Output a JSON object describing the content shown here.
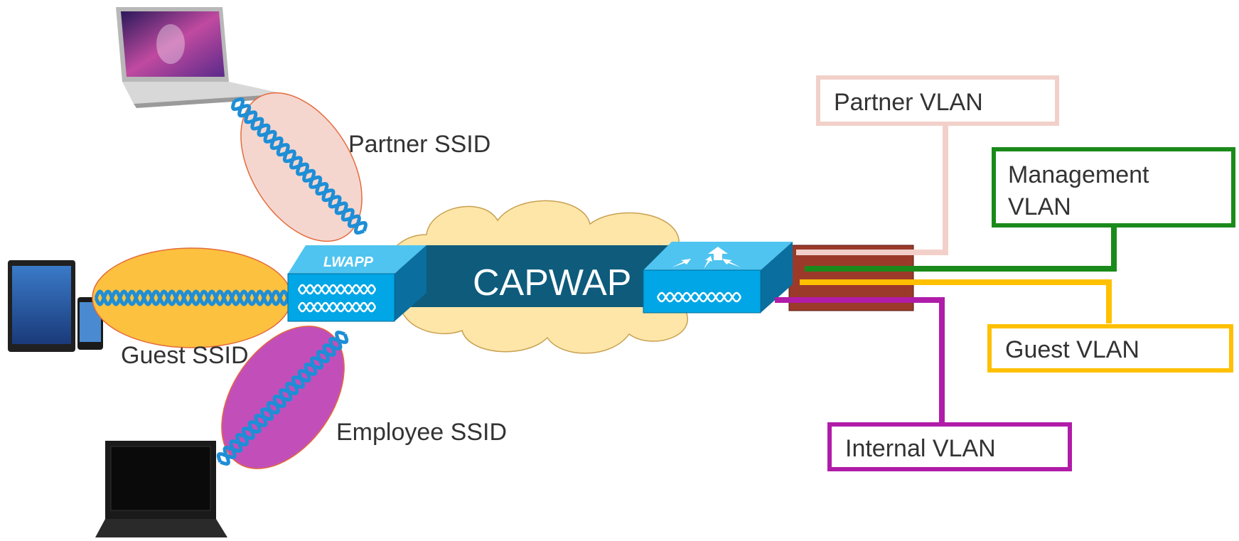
{
  "labels": {
    "partner_ssid": "Partner SSID",
    "guest_ssid": "Guest SSID",
    "employee_ssid": "Employee SSID",
    "tunnel": "CAPWAP",
    "ap": "LWAPP",
    "partner_vlan": "Partner VLAN",
    "management_vlan_line1": "Management",
    "management_vlan_line2": "VLAN",
    "guest_vlan": "Guest VLAN",
    "internal_vlan": "Internal VLAN"
  },
  "colors": {
    "partner": "#f2d0c9",
    "management": "#1a8a1a",
    "guest": "#ffc000",
    "internal": "#b01ca8",
    "cisco_blue": "#00a6e6",
    "tunnel": "#0b4f6c",
    "cloud": "#fde6a8",
    "trunk": "#9b3a2a",
    "signal": "#1e8ed6"
  },
  "icons": {
    "laptop_top": "macbook-laptop-icon",
    "tablet": "tablet-icon",
    "phone": "smartphone-icon",
    "laptop_bottom": "thinkpad-laptop-icon",
    "access_point": "access-point-icon",
    "controller": "wireless-controller-icon"
  }
}
